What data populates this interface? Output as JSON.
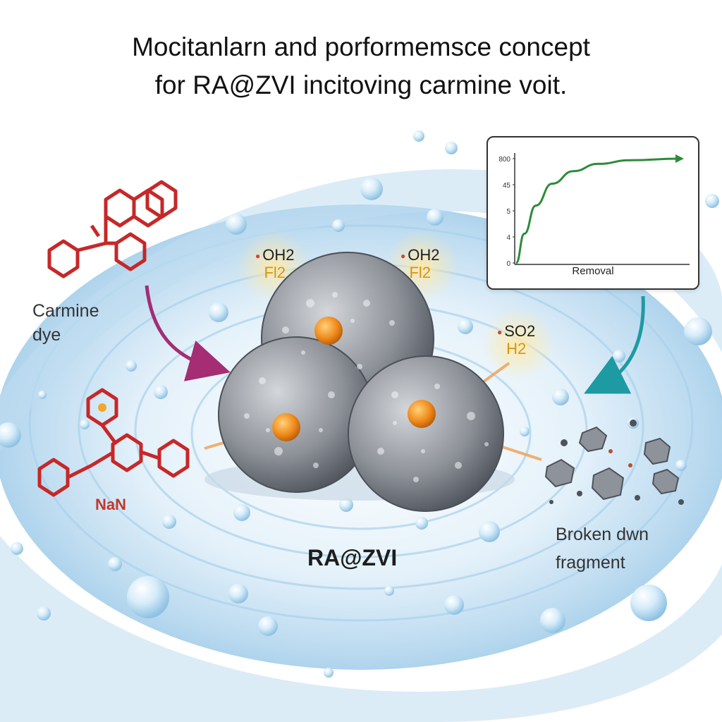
{
  "title": {
    "line1": "Mocitanlarn and porformemsce concept",
    "line2": "for RA@ZVI incitoving carmine voit."
  },
  "labels": {
    "dye": "Carmine\ndye",
    "nan": "NaN",
    "core": "RA@ZVI",
    "fragments": "Broken dwn\nfragment"
  },
  "tags": [
    {
      "species": "OH2",
      "hyd": "Fl2"
    },
    {
      "species": "OH2",
      "hyd": "Fl2"
    },
    {
      "species": "SO2",
      "hyd": "H2"
    }
  ],
  "colors": {
    "dye": "#c62828",
    "particle": "#8f939b",
    "core": "#f08a1c",
    "arrow_in": "#a42d74",
    "arrow_out": "#1e9aa3",
    "water": "#cfe6f5",
    "curve": "#2e8b3a"
  },
  "inset": {
    "xlabel": "Removal",
    "yticks": [
      "800",
      "45",
      "5",
      "4",
      "0"
    ],
    "curve": [
      [
        0,
        0
      ],
      [
        0.05,
        0.28
      ],
      [
        0.12,
        0.55
      ],
      [
        0.22,
        0.76
      ],
      [
        0.35,
        0.88
      ],
      [
        0.5,
        0.95
      ],
      [
        0.7,
        0.985
      ],
      [
        1,
        1
      ]
    ]
  }
}
